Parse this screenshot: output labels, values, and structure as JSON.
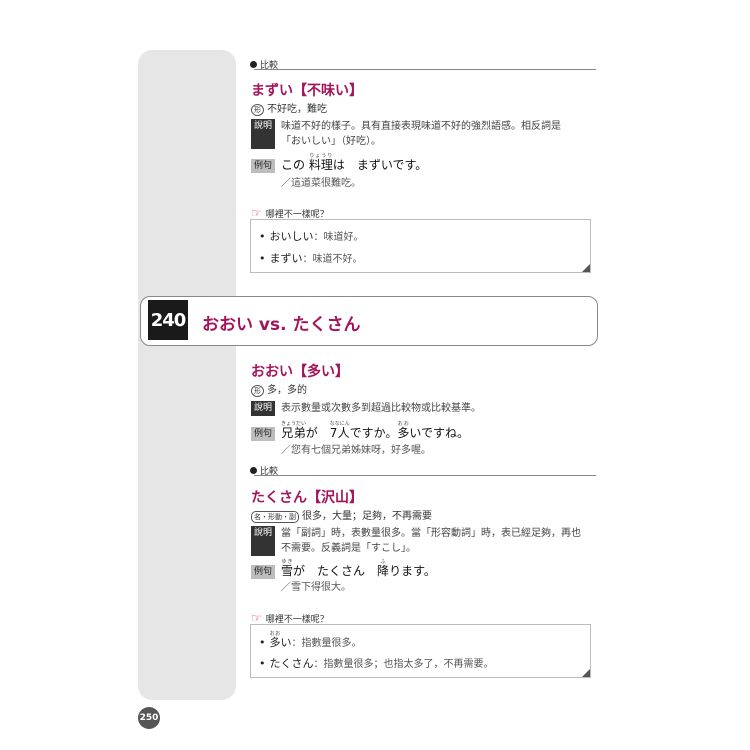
{
  "compare_label": "比較",
  "entry_mazui": {
    "title": "まずい【不味い】",
    "pos_mark": "形",
    "meaning": "不好吃，難吃",
    "expl_tag": "說明",
    "expl_line1": "味道不好的樣子。具有直接表現味道不好的強烈語感。相反詞是",
    "expl_line2": "「おいしい」（好吃）。",
    "ex_tag": "例句",
    "ex_a": "この ",
    "ex_ruby_base": "料理",
    "ex_ruby_rt": "りょうり",
    "ex_b": "は　まずいです。",
    "translation": "／這道菜很難吃。"
  },
  "diff1": {
    "heading": "哪裡不一樣呢？",
    "items": [
      {
        "word": "おいしい",
        "desc": "：味道好。"
      },
      {
        "word": "まずい",
        "desc": "：味道不好。"
      }
    ]
  },
  "banner": {
    "number": "240",
    "title": "おおい vs. たくさん"
  },
  "entry_ooi": {
    "title": "おおい【多い】",
    "pos_mark": "形",
    "meaning": "多，多的",
    "expl_tag": "說明",
    "expl": "表示數量或次數多到超過比較物或比較基準。",
    "ex_tag": "例句",
    "r1_base": "兄弟",
    "r1_rt": "きょうだい",
    "t1": "が　",
    "r2_base": "7人",
    "r2_rt": "ななにん",
    "t2": "ですか。",
    "r3_base": "多",
    "r3_rt": "おお",
    "t3": "いですね。",
    "translation": "／您有七個兄弟姊妹呀，好多喔。"
  },
  "entry_takusan": {
    "title": "たくさん【沢山】",
    "pos_mark": "名・形動・副",
    "meaning": "很多，大量；足夠，不再需要",
    "expl_tag": "說明",
    "expl_line1": "當「副詞」時，表數量很多。當「形容動詞」時，表已經足夠，再也",
    "expl_line2": "不需要。反義詞是「すこし」。",
    "ex_tag": "例句",
    "r1_base": "雪",
    "r1_rt": "ゆき",
    "t1": "が　たくさん　",
    "r2_base": "降",
    "r2_rt": "ふ",
    "t2": "ります。",
    "translation": "／雪下得很大。"
  },
  "diff2": {
    "heading": "哪裡不一樣呢？",
    "item1_base": "多",
    "item1_rt": "おお",
    "item1_tail": "い",
    "item1_desc": "：指數量很多。",
    "item2_word": "たくさん",
    "item2_desc": "：指數量很多；也指太多了，不再需要。"
  },
  "page_number": "250",
  "colors": {
    "accent": "#a3145a",
    "icon_pink": "#d02a7a",
    "strip": "#e6e6e6"
  },
  "icons": [
    "pointing-hand-icon"
  ]
}
